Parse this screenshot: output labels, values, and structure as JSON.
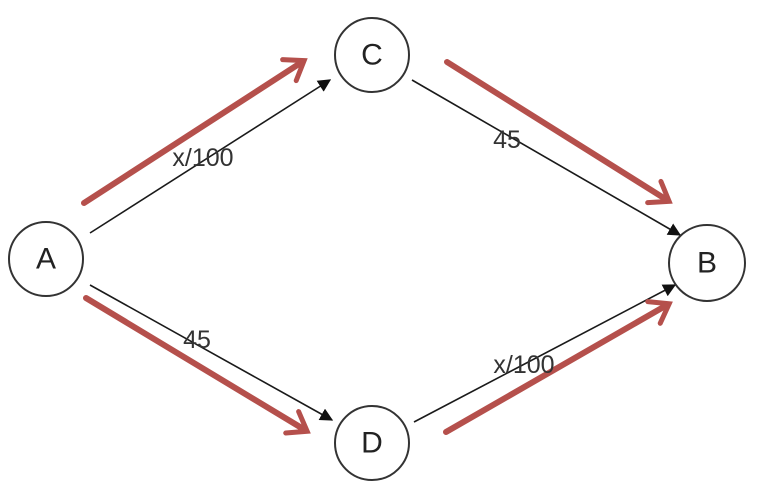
{
  "nodes": {
    "a": {
      "label": "A"
    },
    "b": {
      "label": "B"
    },
    "c": {
      "label": "C"
    },
    "d": {
      "label": "D"
    }
  },
  "edges": {
    "a_c": {
      "label": "x/100"
    },
    "c_b": {
      "label": "45"
    },
    "a_d": {
      "label": "45"
    },
    "d_b": {
      "label": "x/100"
    }
  },
  "colors": {
    "highlight": "#b5504c",
    "edge": "#1a1a1a",
    "node_stroke": "#333333"
  }
}
